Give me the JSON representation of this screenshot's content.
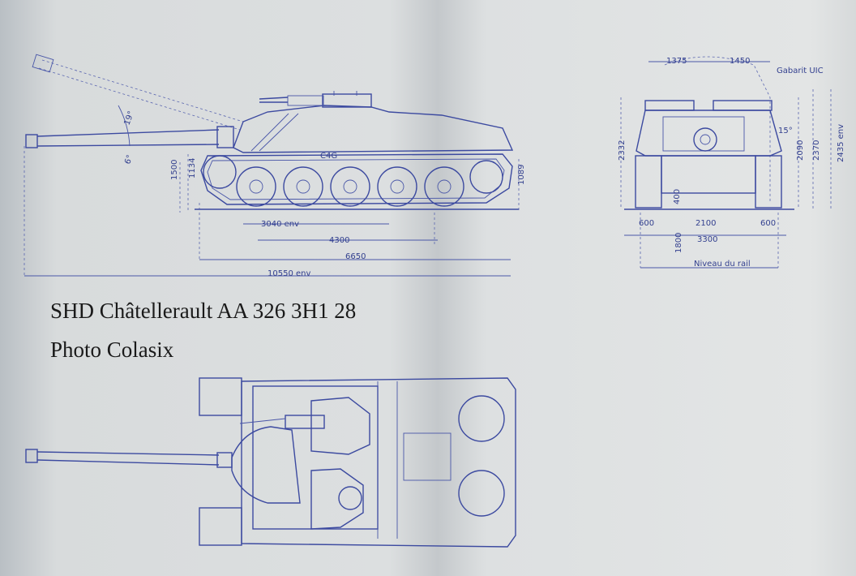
{
  "caption": {
    "line1": "SHD Châtellerault AA 326 3H1 28",
    "line2": "Photo Colasix"
  },
  "side_view": {
    "hull_marking": "C4G",
    "angle_elevation": "19°",
    "angle_depression": "6°",
    "dim_height_total": "1500",
    "dim_height_hull": "1134",
    "dim_height_track": "1089",
    "dim_ground_contact": "3040 env",
    "dim_track_length": "4300",
    "dim_hull_length": "6650",
    "dim_total_length": "10550 env"
  },
  "front_view": {
    "label_gauge": "Gabarit UIC",
    "dim_top_left": "1375",
    "dim_top_right": "1450",
    "angle_side": "15°",
    "dim_height_left": "2332",
    "dim_height_a": "2090",
    "dim_height_b": "2370",
    "dim_height_c": "2435 env",
    "dim_clearance": "400",
    "dim_track_left": "600",
    "dim_hull_width": "2100",
    "dim_track_right": "600",
    "dim_total_width": "3300",
    "dim_rail_height": "1800",
    "label_rail": "Niveau du rail"
  }
}
